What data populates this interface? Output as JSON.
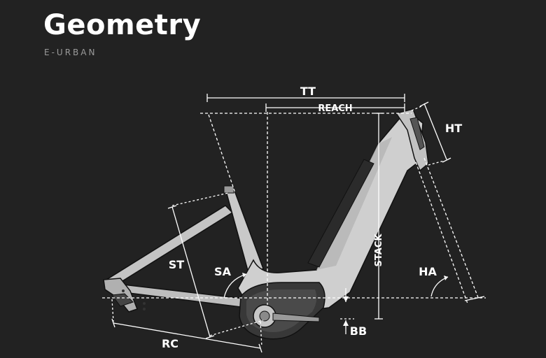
{
  "header": {
    "title": "Geometry",
    "subtitle": "E-URBAN"
  },
  "labels": {
    "tt": "TT",
    "reach": "REACH",
    "ht": "HT",
    "stack": "STACK",
    "st": "ST",
    "sa": "SA",
    "ha": "HA",
    "bb": "BB",
    "rc": "RC"
  },
  "colors": {
    "background": "#222222",
    "frame": "#c9c9c9",
    "frame_shadow": "#8f8f8f",
    "lines": "#ffffff",
    "battery": "#2b2b2b"
  }
}
